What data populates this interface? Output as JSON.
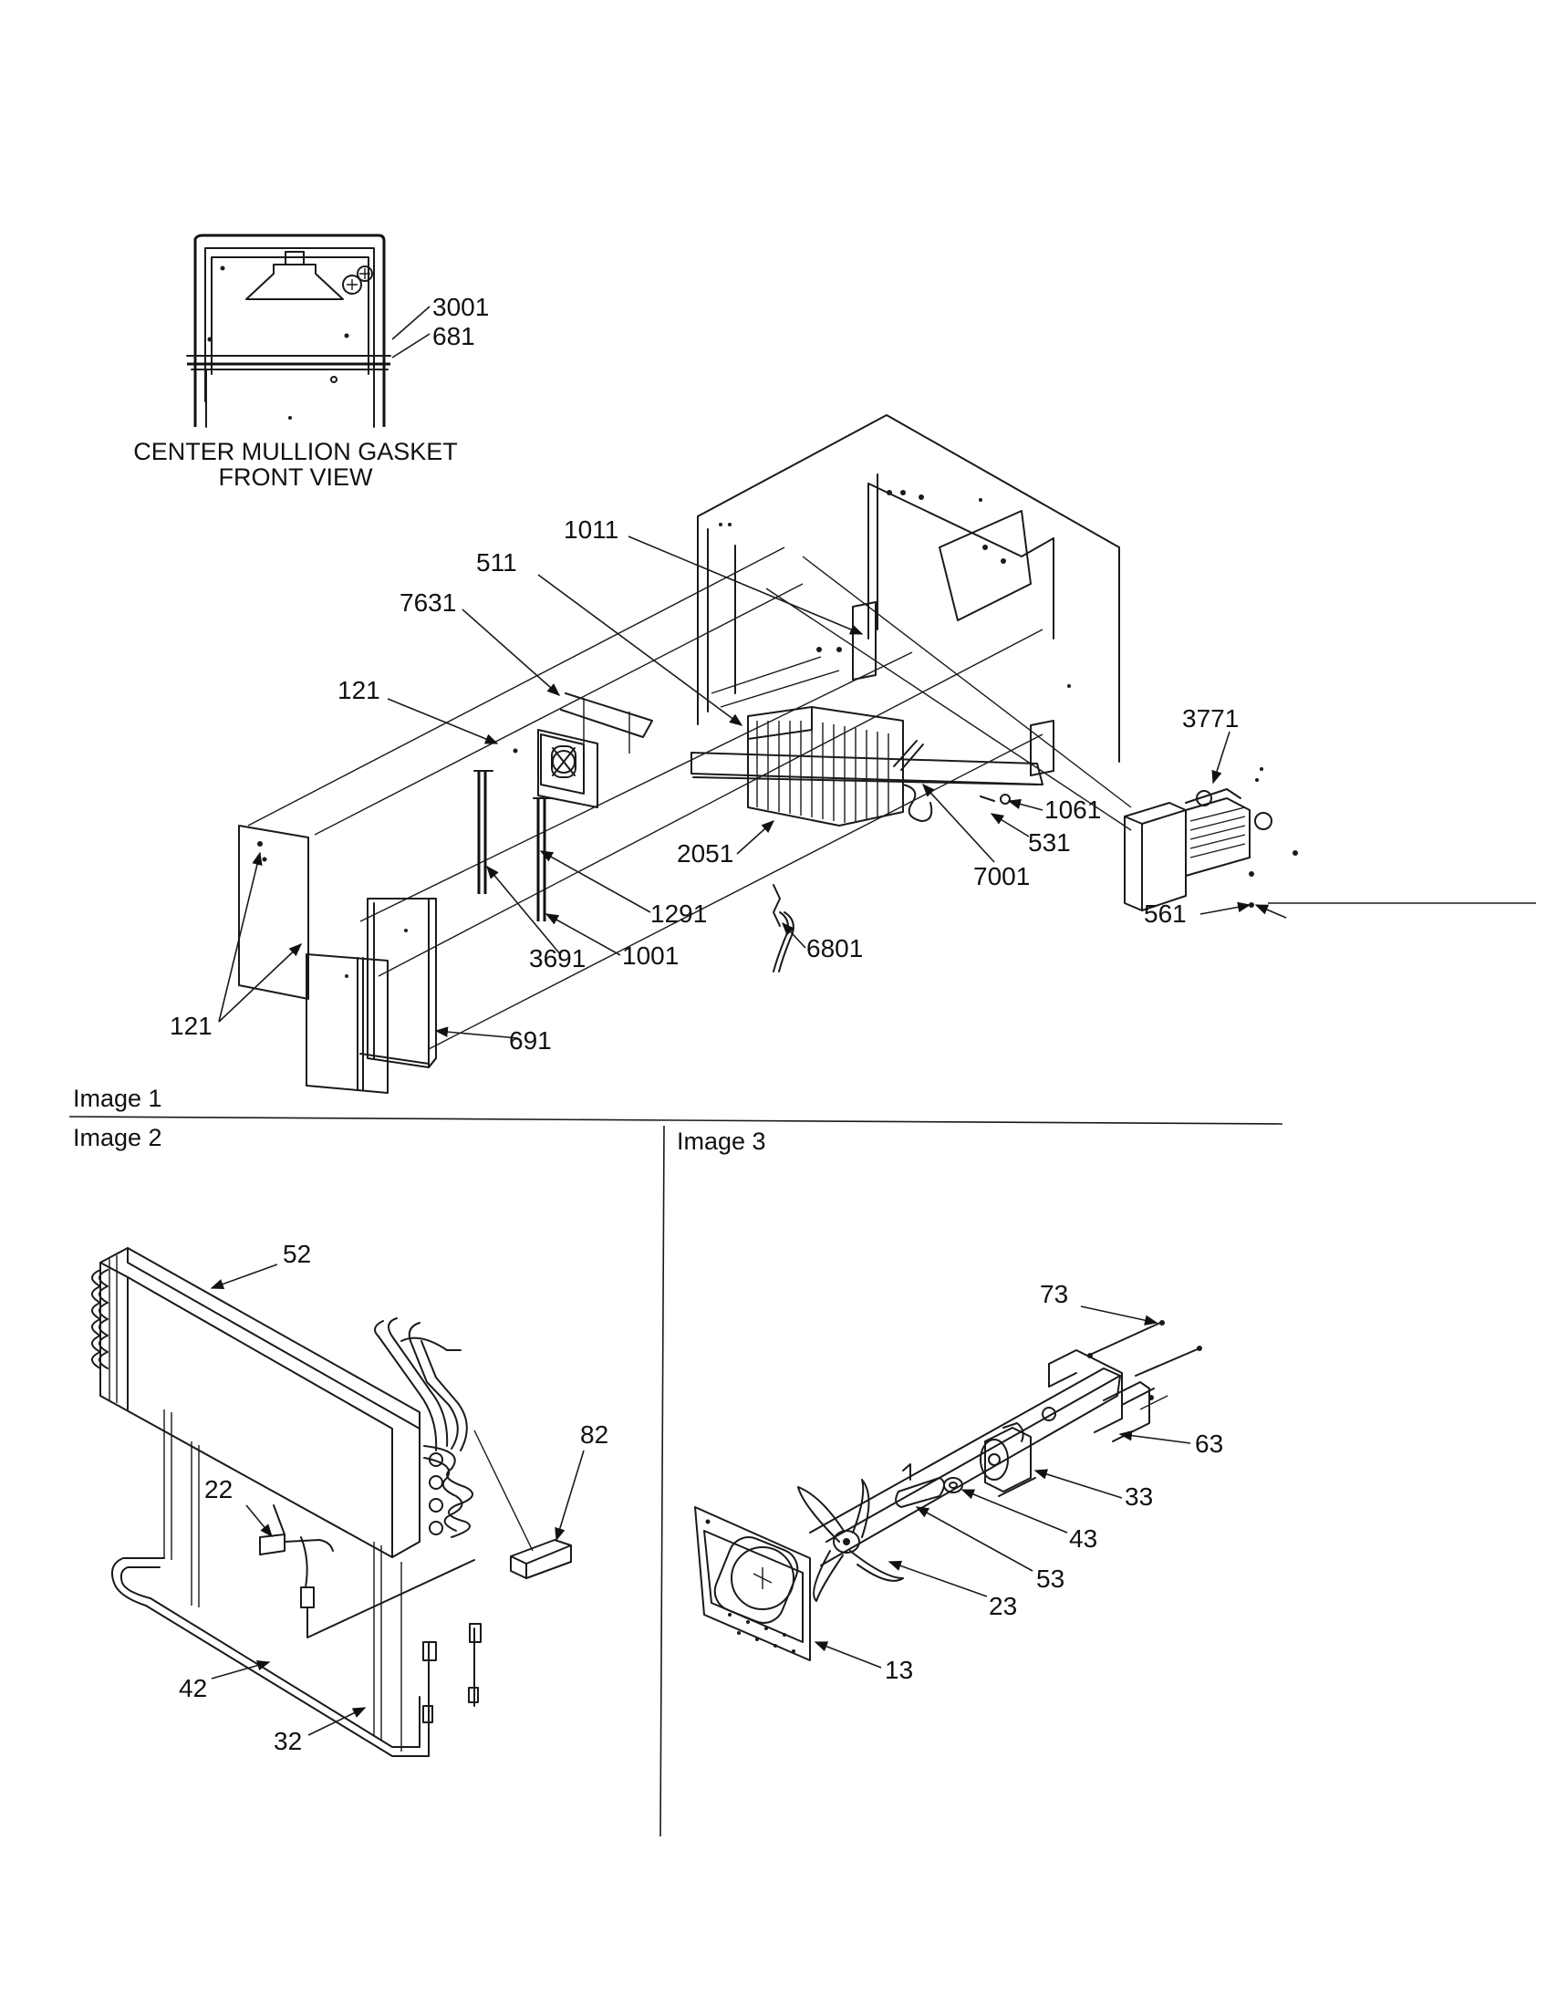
{
  "inset": {
    "caption_line1": "CENTER MULLION GASKET",
    "caption_line2": "FRONT VIEW",
    "labels": [
      "3001",
      "681"
    ]
  },
  "image1": {
    "section_label": "Image 1",
    "labels": [
      "1011",
      "511",
      "7631",
      "121",
      "3771",
      "1061",
      "531",
      "7001",
      "2051",
      "561",
      "1291",
      "6801",
      "1001",
      "3691",
      "121",
      "691"
    ]
  },
  "image2": {
    "section_label": "Image 2",
    "labels": [
      "52",
      "82",
      "22",
      "42",
      "32"
    ]
  },
  "image3": {
    "section_label": "Image 3",
    "labels": [
      "73",
      "63",
      "33",
      "43",
      "53",
      "23",
      "13"
    ]
  }
}
